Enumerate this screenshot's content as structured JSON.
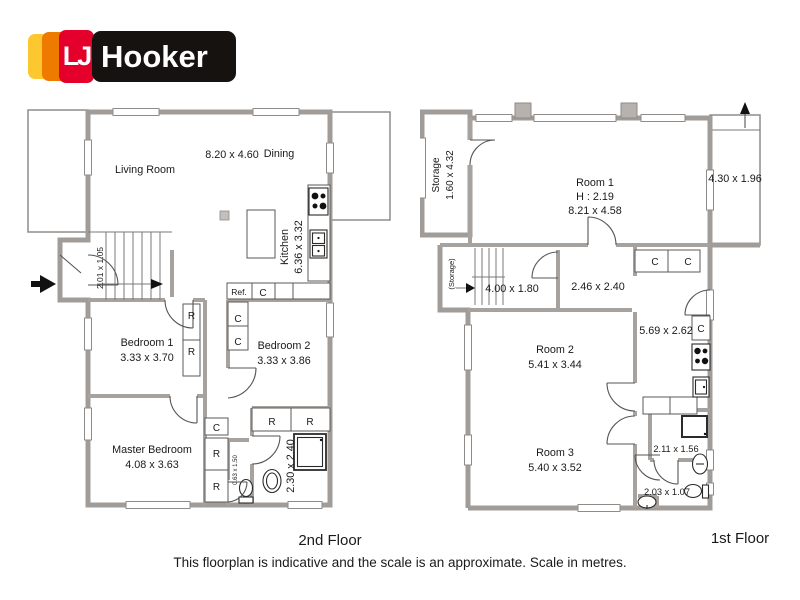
{
  "logo": {
    "lj": "LJ",
    "hooker": "Hooker",
    "colors": {
      "red": "#e4002b",
      "orange": "#ef7a00",
      "yellow": "#fdc82f",
      "black": "#16120f"
    }
  },
  "floors": {
    "second": {
      "title": "2nd Floor",
      "living": "Living Room",
      "living_dims": "8.20 x 4.60",
      "dining": "Dining",
      "kitchen": "Kitchen",
      "kitchen_dims": "6.36 x 3.32",
      "stairs_dims": "2.01 x 1.05",
      "fridge": "Ref.",
      "cupboard": "C",
      "robe": "R",
      "bedroom1": "Bedroom 1",
      "bedroom1_dims": "3.33 x 3.70",
      "bedroom2": "Bedroom 2",
      "bedroom2_dims": "3.33 x 3.86",
      "master": "Master Bedroom",
      "master_dims": "4.08 x 3.63",
      "wc_dims": "0.63 x 1.50",
      "bath_dims": "2.30 x 2.40"
    },
    "first": {
      "title": "1st Floor",
      "storage": "Storage",
      "storage_dims": "1.60 x 4.32",
      "room1": "Room 1",
      "room1_height": "H : 2.19",
      "room1_dims": "8.21 x 4.58",
      "porch_dims": "4.30 x 1.96",
      "storage2": "(Storage)",
      "storage2_dims": "4.00 x 1.80",
      "hall_dims": "2.46 x 2.40",
      "kitchen_dims": "5.69 x 2.62",
      "cupboard": "C",
      "room2": "Room 2",
      "room2_dims": "5.41 x 3.44",
      "room3": "Room 3",
      "room3_dims": "5.40 x 3.52",
      "laundry_dims": "2.11 x 1.56",
      "wc_dims": "2.03 x 1.07"
    }
  },
  "footer": {
    "disclaimer": "This floorplan is indicative and the scale is an approximate. Scale in metres."
  }
}
